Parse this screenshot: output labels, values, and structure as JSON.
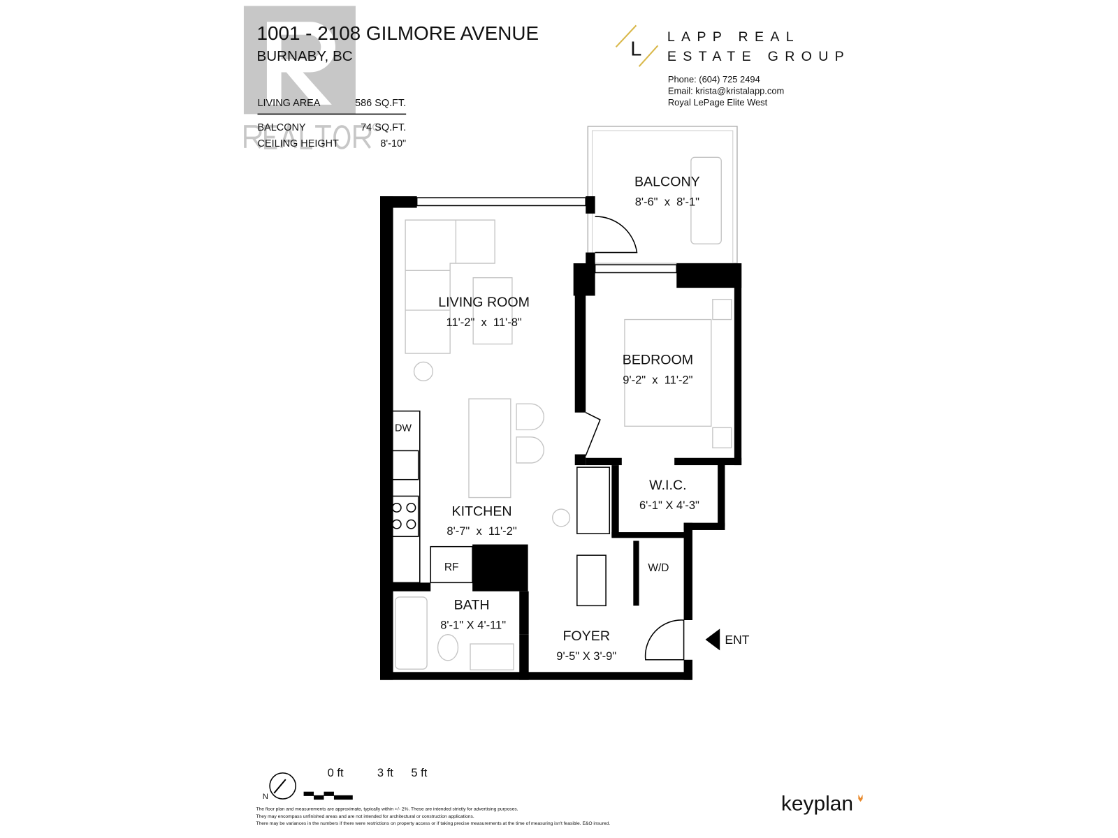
{
  "header": {
    "address": "1001 - 2108 GILMORE AVENUE",
    "city": "BURNABY, BC",
    "stats": [
      {
        "label": "LIVING AREA",
        "value": "586 SQ.FT."
      },
      {
        "label": "BALCONY",
        "value": "74 SQ.FT."
      },
      {
        "label": "CEILING HEIGHT",
        "value": "8'-10\""
      }
    ]
  },
  "watermark": {
    "text": "REALTOR®"
  },
  "brand": {
    "logo_letter": "L",
    "line1": "LAPP REAL",
    "line2": "ESTATE GROUP",
    "accent_color": "#d9b84a",
    "phone": "Phone: (604) 725 2494",
    "email": "Email: krista@kristalapp.com",
    "brokerage": "Royal LePage Elite West"
  },
  "rooms": [
    {
      "name": "BALCONY",
      "dims": "8'-6\"  x  8'-1\""
    },
    {
      "name": "LIVING ROOM",
      "dims": "11'-2\"  x  11'-8\""
    },
    {
      "name": "BEDROOM",
      "dims": "9'-2\"  x  11'-2\""
    },
    {
      "name": "KITCHEN",
      "dims": "8'-7\"  x  11'-2\""
    },
    {
      "name": "W.I.C.",
      "dims": "6'-1\" X 4'-3\""
    },
    {
      "name": "BATH",
      "dims": "8'-1\" X 4'-11\""
    },
    {
      "name": "FOYER",
      "dims": "9'-5\" X 3'-9\""
    }
  ],
  "fixtures": {
    "dishwasher": "DW",
    "fridge": "RF",
    "washer_dryer": "W/D",
    "entrance": "ENT"
  },
  "scale": {
    "north": "N",
    "labels": [
      "0 ft",
      "3 ft",
      "5 ft"
    ]
  },
  "disclaimer": [
    "The floor plan and measurements are approximate, typically within +/- 2%. These are intended strictly for advertising purposes.",
    "They may encompass unfinished areas and are not intended for architectural or construction applications.",
    "There may be variances in the numbers if there were restrictions on property access or if taking precise measurements at the time of measuring isn't feasible. E&O insured."
  ],
  "footer_logo": "keyplan"
}
